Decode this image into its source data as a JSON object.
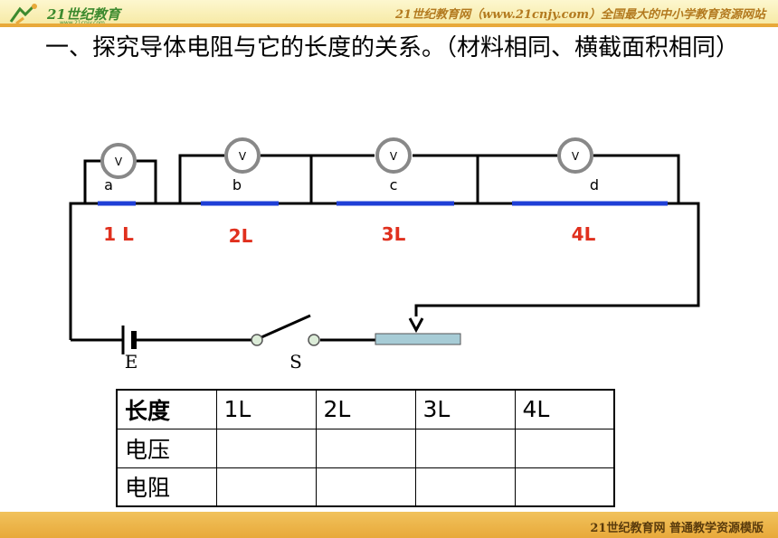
{
  "header": {
    "logo_text": "21世纪教育",
    "logo_sub": "www.21cnjy.com",
    "tagline": "21世纪教育网（www.21cnjy.com）全国最大的中小学教育资源网站"
  },
  "title": "一、探究导体电阻与它的长度的关系。（材料相同、横截面积相同）",
  "circuit": {
    "voltmeter_symbol": "V",
    "conductors": [
      {
        "label": "a",
        "length": "1 L"
      },
      {
        "label": "b",
        "length": "2L"
      },
      {
        "label": "c",
        "length": "3L"
      },
      {
        "label": "d",
        "length": "4L"
      }
    ],
    "battery_label": "E",
    "switch_label": "S"
  },
  "table": {
    "headers": [
      "长度",
      "1L",
      "2L",
      "3L",
      "4L"
    ],
    "rows": [
      {
        "label": "电压",
        "cells": [
          "",
          "",
          "",
          ""
        ]
      },
      {
        "label": "电阻",
        "cells": [
          "",
          "",
          "",
          ""
        ]
      }
    ]
  },
  "footer": {
    "text": "21世纪教育网    普通教学资源模版"
  },
  "colors": {
    "conductor": "#1f3fd6",
    "length_label": "#e0301e",
    "header_bg": "#f6e9a3",
    "footer_bg": "#e8a93a",
    "rheostat": "#a7ccd6"
  }
}
